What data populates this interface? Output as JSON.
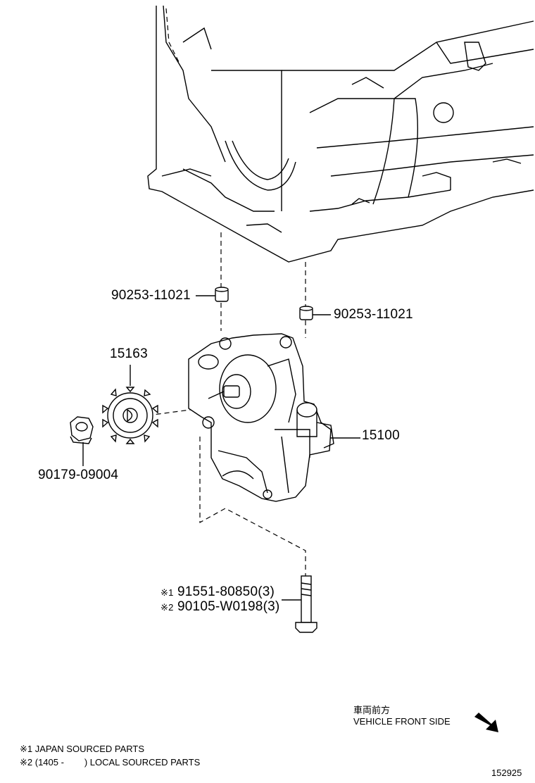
{
  "parts": {
    "dowel_left": "90253-11021",
    "dowel_right": "90253-11021",
    "sprocket": "15163",
    "nut": "90179-09004",
    "oil_pump": "15100",
    "bolt_1_mark": "※1",
    "bolt_1": "91551-80850(3)",
    "bolt_2_mark": "※2",
    "bolt_2": "90105-W0198(3)"
  },
  "direction": {
    "label_jp": "車両前方",
    "label_en": "VEHICLE FRONT SIDE",
    "icon": "arrow-down-right-icon"
  },
  "notes": {
    "note_1": "※1 JAPAN SOURCED PARTS",
    "note_2": "※2 (1405 -        ) LOCAL SOURCED PARTS"
  },
  "diagram_number": "152925"
}
